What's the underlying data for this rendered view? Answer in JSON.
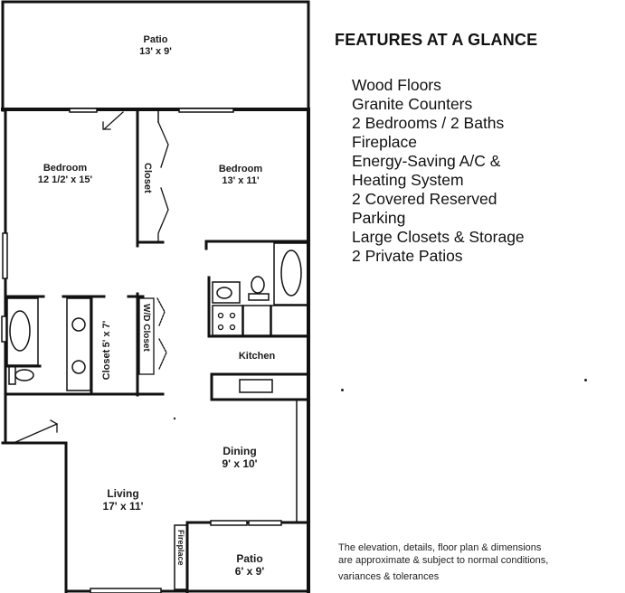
{
  "floor_plan": {
    "rooms": [
      {
        "id": "patio-top",
        "name": "Patio",
        "dimensions": "13' x 9'"
      },
      {
        "id": "bedroom-left",
        "name": "Bedroom",
        "dimensions": "12 1/2' x 15'"
      },
      {
        "id": "bedroom-right",
        "name": "Bedroom",
        "dimensions": "13' x 11'"
      },
      {
        "id": "closet-bedroom",
        "name": "Closet",
        "dimensions": ""
      },
      {
        "id": "closet-bath",
        "name": "Closet",
        "dimensions": "5' x 7'"
      },
      {
        "id": "wd-closet",
        "name": "W/D Closet",
        "dimensions": ""
      },
      {
        "id": "kitchen",
        "name": "Kitchen",
        "dimensions": ""
      },
      {
        "id": "dining",
        "name": "Dining",
        "dimensions": "9' x 10'"
      },
      {
        "id": "living",
        "name": "Living",
        "dimensions": "17' x 11'"
      },
      {
        "id": "fireplace",
        "name": "Fireplace",
        "dimensions": ""
      },
      {
        "id": "patio-bottom",
        "name": "Patio",
        "dimensions": "6' x 9'"
      }
    ]
  },
  "features": {
    "title": "FEATURES AT A GLANCE",
    "items": [
      "Wood Floors",
      "Granite Counters",
      "2 Bedrooms / 2 Baths",
      "Fireplace",
      "Energy-Saving A/C &",
      "Heating System",
      "2 Covered Reserved",
      "Parking",
      "Large Closets & Storage",
      "2 Private Patios"
    ]
  },
  "disclaimer": {
    "line1": "The elevation, details, floor plan & dimensions",
    "line2": "are approximate & subject to normal conditions,",
    "line3": "variances & tolerances"
  }
}
